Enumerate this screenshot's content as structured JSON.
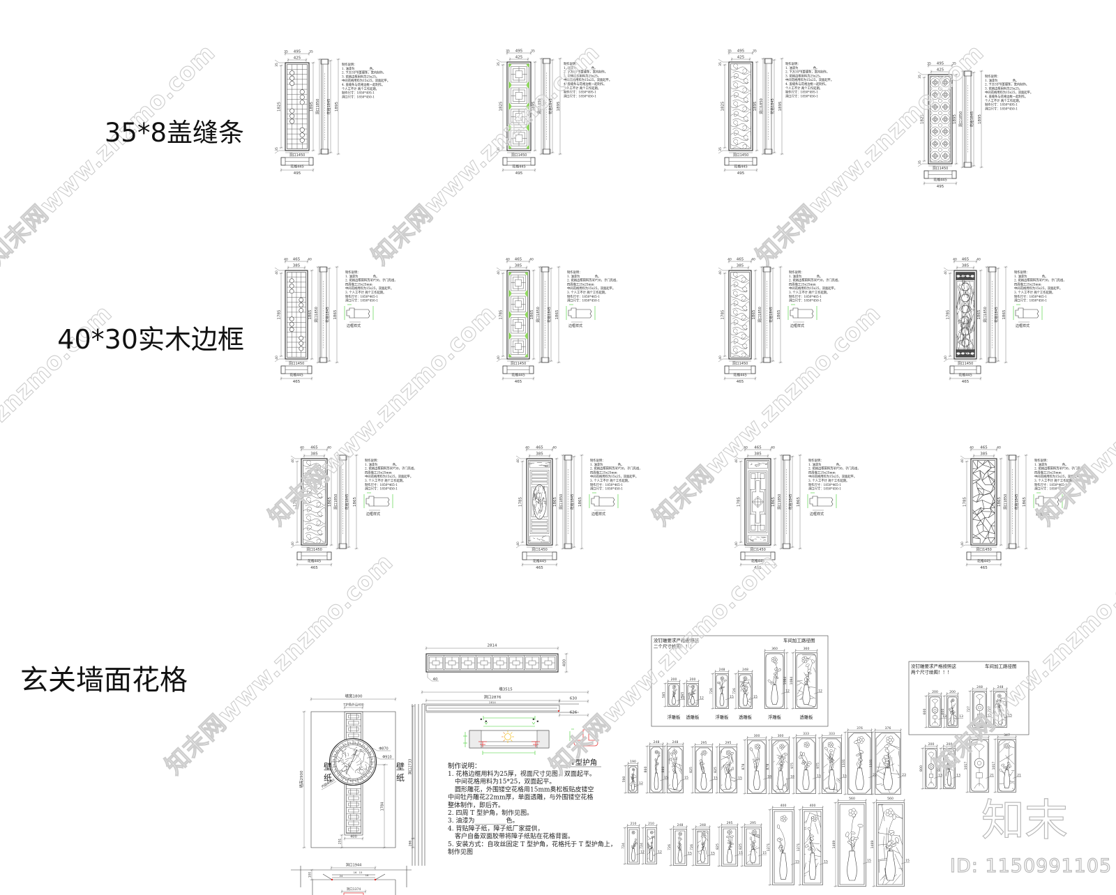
{
  "section_labels": {
    "cover_strip": "35*8盖缝条",
    "solid_frame": "40*30实木边框",
    "foyer_wall": "玄关墙面花格"
  },
  "rows": [
    {
      "dims": {
        "total_width": "495",
        "inner_width": "425",
        "side": "35",
        "left_height": "1825",
        "right_height": "1895",
        "opening_height": "洞口1850",
        "lattice_height": "花格1845",
        "overall_height": "1895",
        "opening_width": "洞口1450",
        "lattice_width": "花格445",
        "bottom_width": "495"
      },
      "notes": [
        "制作说明：",
        "1. 油漆为__________色。",
        "2. 下方35*8盖缝条，宽内制作。",
        "3. 花格边框用料为25x25。",
        "   中间花格用料为15x25，双面起平。",
        "4. 盖缝条与花格边框一起制作。",
        "   个人工不计 两个工作延期。",
        "制作尺寸：1850*495-1",
        "洞口尺寸：1850*450-1"
      ],
      "panels": [
        {
          "pattern": "grid-circles"
        },
        {
          "pattern": "square-fret-green"
        },
        {
          "pattern": "cloud-scroll"
        },
        {
          "pattern": "quatrefoil"
        }
      ]
    },
    {
      "dims": {
        "total_width": "465",
        "inner_width": "385",
        "side": "40",
        "left_height": "1785",
        "right_height": "1865",
        "opening_height": "洞口1850",
        "lattice_height": "花格1845",
        "overall_height": "1865",
        "opening_width": "洞口1450",
        "lattice_width": "花格445",
        "bottom_width": "465"
      },
      "notes": [
        "制作说明：",
        "1. 油漆为__________色。",
        "2. 花格边框用料为40*30，子门亮线，",
        "   四周做工25x25mm",
        "   中间花格用料为15x25，双面起平。",
        "3. 个人工不计 两个工作延期。",
        "制作尺寸：1850*465-1",
        "洞口尺寸：1850*450-1"
      ],
      "profile_label": "边框样式",
      "panels": [
        {
          "pattern": "grid-circles"
        },
        {
          "pattern": "square-fret-green"
        },
        {
          "pattern": "cloud-scroll"
        },
        {
          "pattern": "carved-ornate"
        }
      ]
    },
    {
      "dims": {
        "total_width": "465",
        "inner_width": "385",
        "side": "40",
        "left_height": "1785",
        "right_height": "1865",
        "opening_height": "洞口1850",
        "lattice_height": "花格1845",
        "overall_height": "1865",
        "opening_width": "洞口1450",
        "lattice_width": "花格445",
        "bottom_width": "465"
      },
      "notes": [
        "制作说明：",
        "1. 油漆为__________色。",
        "2. 花格边框用料为40*30，子门亮线，",
        "   四周做工25x25mm",
        "   中间花格用料为15x25，双面起平。",
        "3. 个人工不计 两个工作延期。",
        "制作尺寸：1850*465-1",
        "洞口尺寸：1850*450-1"
      ],
      "profile_label": "边框样式",
      "panels": [
        {
          "pattern": "cloud-scroll"
        },
        {
          "pattern": "carved-medallion"
        },
        {
          "pattern": "geometric-lattice"
        },
        {
          "pattern": "ice-crack"
        }
      ]
    }
  ],
  "foyer": {
    "top_strip": {
      "length": "2814",
      "height": "400",
      "frame": "40"
    },
    "plan": {
      "wall": "墙3515",
      "opening": "洞口2876",
      "lattice": "2814",
      "right_top": "630",
      "right_bottom": "626"
    },
    "elevation": {
      "wall_width": "墙宽1800",
      "t_guard_width": "T护角外沿400",
      "wall_height": "墙高2900",
      "opening_height": "洞口2733",
      "wallpaper": [
        "壁",
        "纸"
      ],
      "dia_inner": "Φ870",
      "dia_outer": "Φ910",
      "inner_circle": "内圆Φ850",
      "height_1784": "1784",
      "bottom_width": "400",
      "bottom_offset": "251",
      "right_offset": "266"
    },
    "plan_bottom": {
      "opening": "洞口1944",
      "opening2": "洞口1374",
      "depth": "100",
      "d1": "24",
      "d2": "16",
      "d3": "15",
      "d4": "16"
    },
    "t_guard_label": "T型护角",
    "notes_title": "制作说明：",
    "notes": [
      "1. 花格边框用料为25厚，视面尺寸见图，双面起平。",
      "中间花格用料为15*25，双面起平。",
      "圆形雕花，外围镂空花格用15mm奥松板贴皮镂空",
      "中间牡丹雕花22mm厚，单面透雕，与外围镂空花格",
      "整体制作，即后齐。",
      "2. 四周 T 型护角，制作见图。",
      "3. 油漆为__________色。",
      "4. 背贴障子纸，障子纸厂家提供，",
      "客户自备双面胶带将障子纸贴在花格背面。",
      "5. 安装方式：自攻丝固定 T 型护角，花格托于 T 型护角上，",
      "制作见图"
    ]
  },
  "carving_boxes": [
    {
      "title_lines": [
        "没钉雕要求严格按照这",
        "二个尺寸绘图！！！"
      ],
      "workshop": "车间加工路径图",
      "items": [
        {
          "width": "200",
          "height": "585",
          "thickness": "12",
          "label": "浮雕板",
          "style": "relief"
        },
        {
          "width": "200",
          "height": "585",
          "thickness": "12",
          "label": "透雕板",
          "style": "pierced"
        },
        {
          "width": "248",
          "height": "726",
          "thickness": "15",
          "label": "浮雕板",
          "style": "relief"
        },
        {
          "width": "248",
          "height": "726",
          "thickness": "15",
          "label": "透雕板",
          "style": "pierced"
        },
        {
          "width": "360",
          "height": "1084",
          "thickness": "12",
          "label": "浮雕板",
          "style": "relief"
        },
        {
          "width": "360",
          "height": "1084",
          "thickness": "12",
          "label": "透雕板",
          "style": "pierced"
        }
      ]
    },
    {
      "title_lines": [
        "没钉雕要求严格按照这",
        "两个尺寸绘图！！！"
      ],
      "workshop": "车间加工路径图",
      "items": [
        {
          "width": "200",
          "height": "600",
          "thickness": "13",
          "style": "medallion-relief"
        },
        {
          "width": "200",
          "height": "600",
          "thickness": "13",
          "style": "pierced"
        },
        {
          "width": "248",
          "height": "727",
          "thickness": "15",
          "style": "medallion-relief"
        },
        {
          "width": "248",
          "height": "727",
          "thickness": "15",
          "style": "pierced"
        }
      ]
    }
  ],
  "carving_rows": {
    "a": [
      {
        "width": "190",
        "height": "590",
        "thickness": "12",
        "style": "pierced"
      },
      {
        "width": "248",
        "height": "860",
        "thickness": "15",
        "style": "relief"
      },
      {
        "width": "248",
        "height": "860",
        "thickness": "15",
        "style": "pierced"
      },
      {
        "width": "295",
        "height": "825",
        "thickness": "15",
        "style": "relief"
      },
      {
        "width": "295",
        "height": "825",
        "thickness": "15",
        "style": "pierced"
      },
      {
        "width": "300",
        "height": "878",
        "thickness": "18",
        "style": "relief"
      },
      {
        "width": "300",
        "height": "878",
        "thickness": "18",
        "style": "pierced"
      },
      {
        "width": "333",
        "height": "975",
        "thickness": "15",
        "style": "relief"
      },
      {
        "width": "333",
        "height": "975",
        "thickness": "15",
        "style": "pierced"
      },
      {
        "width": "376",
        "height": "1101",
        "thickness": "23",
        "style": "relief"
      },
      {
        "width": "376",
        "height": "1101",
        "thickness": "23",
        "style": "pierced"
      }
    ],
    "b": [
      {
        "width": "200",
        "height": "800",
        "thickness": "13",
        "style": "medallion-relief"
      },
      {
        "width": "200",
        "height": "800",
        "thickness": "13",
        "style": "pierced"
      },
      {
        "width": "347",
        "height": "1017",
        "thickness": "21",
        "style": "medallion-relief"
      },
      {
        "width": "347",
        "height": "1017",
        "thickness": "21",
        "style": "pierced"
      }
    ],
    "c": [
      {
        "width": "210",
        "height": "724",
        "thickness": "12",
        "style": "relief"
      },
      {
        "width": "210",
        "height": "724",
        "thickness": "12",
        "style": "pierced"
      },
      {
        "width": "248",
        "height": "726",
        "thickness": "15",
        "style": "relief"
      },
      {
        "width": "248",
        "height": "726",
        "thickness": "15",
        "style": "pierced"
      },
      {
        "width": "295",
        "height": "825",
        "thickness": "15",
        "style": "relief"
      },
      {
        "width": "295",
        "height": "825",
        "thickness": "15",
        "style": "pierced"
      },
      {
        "width": "400",
        "height": "1271",
        "thickness": "15",
        "style": "relief"
      },
      {
        "width": "400",
        "height": "1271",
        "thickness": "15",
        "style": "pierced"
      },
      {
        "width": "560",
        "height": "1469",
        "thickness": "15",
        "style": "relief"
      },
      {
        "width": "560",
        "height": "1469",
        "thickness": "15",
        "style": "pierced"
      }
    ]
  },
  "colors": {
    "line": "#3c3c3c",
    "accent_green": "#93e05d",
    "dimension_green": "#3fcf2c",
    "accent_red": "#e3393a",
    "accent_yellow": "#f2c230",
    "watermark": "#cdcdcd"
  },
  "watermark": {
    "text": "知末网www.znzmo.com",
    "logo": "知末",
    "id": "ID: 1150991105"
  }
}
